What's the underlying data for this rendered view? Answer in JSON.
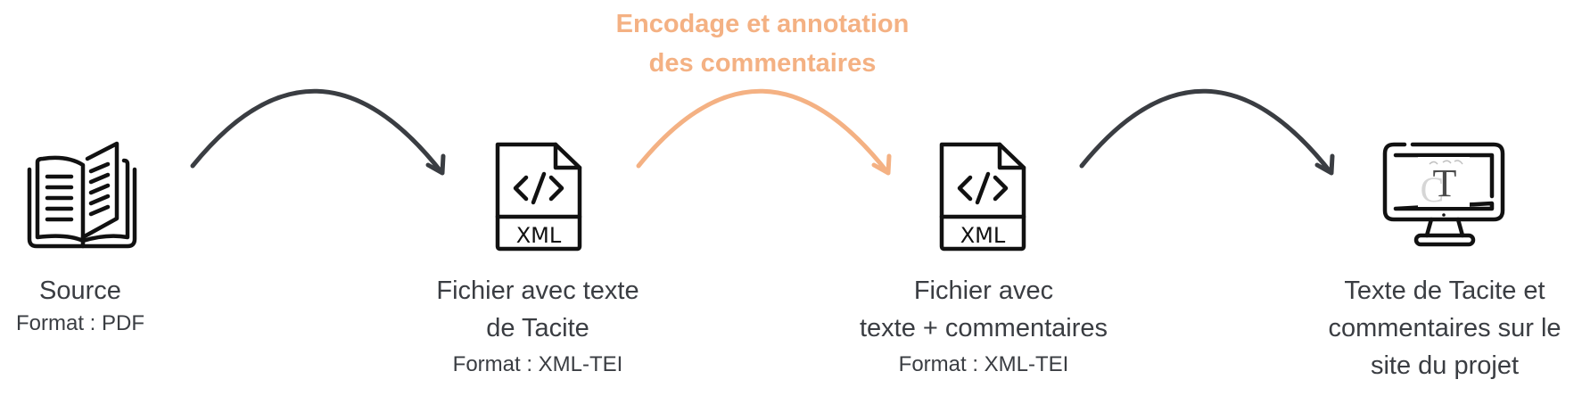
{
  "process": {
    "step_title": {
      "line1": "Encodage et annotation",
      "line2": "des commentaires",
      "color": "#f4b183"
    },
    "nodes": [
      {
        "icon": "open-book-icon",
        "main_lines": [
          "Source"
        ],
        "format": "Format : PDF"
      },
      {
        "icon": "xml-file-icon",
        "icon_text": "XML",
        "main_lines": [
          "Fichier avec texte",
          "de Tacite"
        ],
        "format": "Format : XML-TEI"
      },
      {
        "icon": "xml-file-icon",
        "icon_text": "XML",
        "main_lines": [
          "Fichier avec",
          "texte + commentaires"
        ],
        "format": "Format : XML-TEI"
      },
      {
        "icon": "monitor-icon",
        "screen_logo": "T",
        "screen_logo_bg": "C",
        "main_lines": [
          "Texte de Tacite et",
          "commentaires sur le",
          "site du projet"
        ]
      }
    ],
    "arrows": [
      {
        "color": "#3a3d42"
      },
      {
        "color": "#f4b183"
      },
      {
        "color": "#3a3d42"
      }
    ]
  }
}
